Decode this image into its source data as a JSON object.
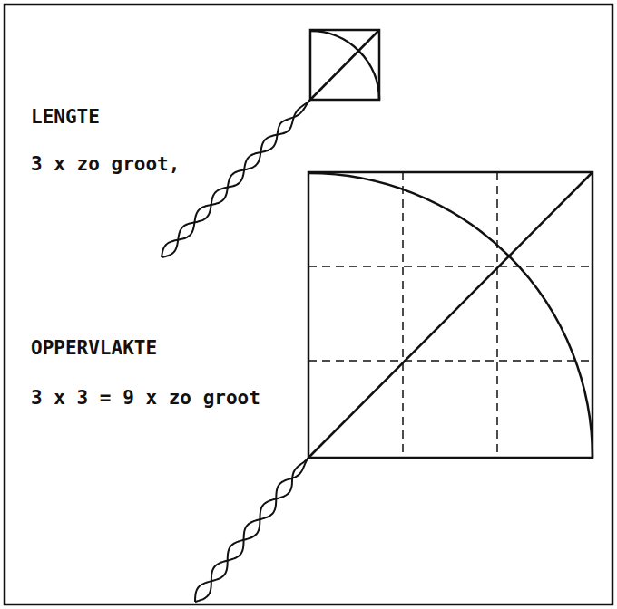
{
  "diagram": {
    "labels": [
      "LENGTE",
      "3 x zo groot,",
      "OPPERVLAKTE",
      "3 x 3 = 9 x zo groot"
    ]
  }
}
